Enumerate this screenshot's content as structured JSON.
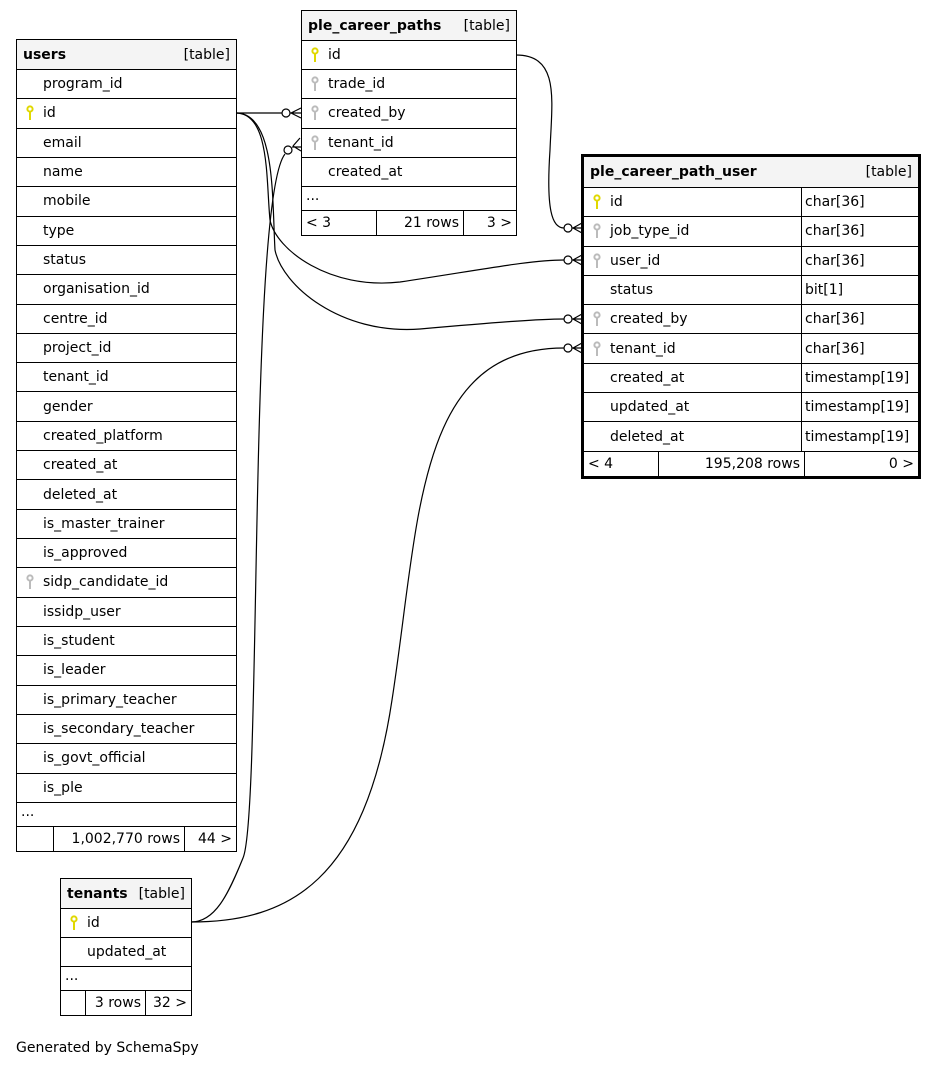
{
  "colors": {
    "primary_key": "#e0d800",
    "foreign_key": "#bbbbbb",
    "header_bg": "#f4f4f4"
  },
  "tables": {
    "users": {
      "name": "users",
      "kind": "[table]",
      "columns": [
        {
          "name": "program_id",
          "key": ""
        },
        {
          "name": "id",
          "key": "pk"
        },
        {
          "name": "email",
          "key": ""
        },
        {
          "name": "name",
          "key": ""
        },
        {
          "name": "mobile",
          "key": ""
        },
        {
          "name": "type",
          "key": ""
        },
        {
          "name": "status",
          "key": ""
        },
        {
          "name": "organisation_id",
          "key": ""
        },
        {
          "name": "centre_id",
          "key": ""
        },
        {
          "name": "project_id",
          "key": ""
        },
        {
          "name": "tenant_id",
          "key": ""
        },
        {
          "name": "gender",
          "key": ""
        },
        {
          "name": "created_platform",
          "key": ""
        },
        {
          "name": "created_at",
          "key": ""
        },
        {
          "name": "deleted_at",
          "key": ""
        },
        {
          "name": "is_master_trainer",
          "key": ""
        },
        {
          "name": "is_approved",
          "key": ""
        },
        {
          "name": "sidp_candidate_id",
          "key": "fk"
        },
        {
          "name": "issidp_user",
          "key": ""
        },
        {
          "name": "is_student",
          "key": ""
        },
        {
          "name": "is_leader",
          "key": ""
        },
        {
          "name": "is_primary_teacher",
          "key": ""
        },
        {
          "name": "is_secondary_teacher",
          "key": ""
        },
        {
          "name": "is_govt_official",
          "key": ""
        },
        {
          "name": "is_ple",
          "key": ""
        }
      ],
      "more": "...",
      "parents": "",
      "rows": "1,002,770 rows",
      "children": "44 >"
    },
    "ple_career_paths": {
      "name": "ple_career_paths",
      "kind": "[table]",
      "columns": [
        {
          "name": "id",
          "key": "pk"
        },
        {
          "name": "trade_id",
          "key": "fk"
        },
        {
          "name": "created_by",
          "key": "fk"
        },
        {
          "name": "tenant_id",
          "key": "fk"
        },
        {
          "name": "created_at",
          "key": ""
        }
      ],
      "more": "...",
      "parents": "< 3",
      "rows": "21 rows",
      "children": "3 >"
    },
    "ple_career_path_user": {
      "name": "ple_career_path_user",
      "kind": "[table]",
      "columns": [
        {
          "name": "id",
          "key": "pk",
          "type": "char[36]"
        },
        {
          "name": "job_type_id",
          "key": "fk",
          "type": "char[36]"
        },
        {
          "name": "user_id",
          "key": "fk",
          "type": "char[36]"
        },
        {
          "name": "status",
          "key": "",
          "type": "bit[1]"
        },
        {
          "name": "created_by",
          "key": "fk",
          "type": "char[36]"
        },
        {
          "name": "tenant_id",
          "key": "fk",
          "type": "char[36]"
        },
        {
          "name": "created_at",
          "key": "",
          "type": "timestamp[19]"
        },
        {
          "name": "updated_at",
          "key": "",
          "type": "timestamp[19]"
        },
        {
          "name": "deleted_at",
          "key": "",
          "type": "timestamp[19]"
        }
      ],
      "parents": "< 4",
      "rows": "195,208 rows",
      "children": "0 >"
    },
    "tenants": {
      "name": "tenants",
      "kind": "[table]",
      "columns": [
        {
          "name": "id",
          "key": "pk"
        },
        {
          "name": "updated_at",
          "key": ""
        }
      ],
      "more": "...",
      "parents": "",
      "rows": "3 rows",
      "children": "32 >"
    }
  },
  "footer": "Generated by SchemaSpy"
}
